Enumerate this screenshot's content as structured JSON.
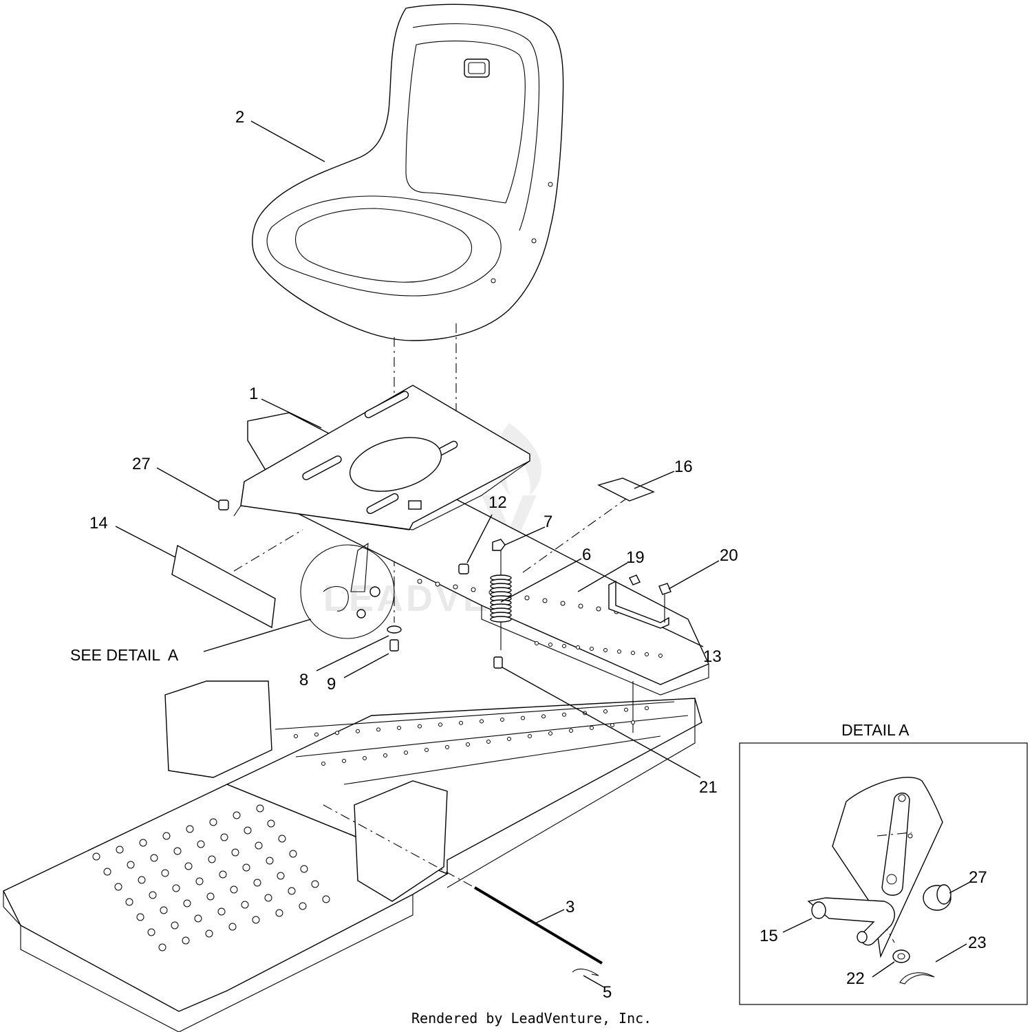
{
  "diagram": {
    "callouts": [
      {
        "id": "c-2",
        "label": "2"
      },
      {
        "id": "c-1",
        "label": "1"
      },
      {
        "id": "c-27",
        "label": "27"
      },
      {
        "id": "c-14",
        "label": "14"
      },
      {
        "id": "c-16",
        "label": "16"
      },
      {
        "id": "c-12",
        "label": "12"
      },
      {
        "id": "c-7",
        "label": "7"
      },
      {
        "id": "c-6",
        "label": "6"
      },
      {
        "id": "c-19",
        "label": "19"
      },
      {
        "id": "c-20",
        "label": "20"
      },
      {
        "id": "c-13",
        "label": "13"
      },
      {
        "id": "c-8",
        "label": "8"
      },
      {
        "id": "c-9",
        "label": "9"
      },
      {
        "id": "c-21",
        "label": "21"
      },
      {
        "id": "c-3",
        "label": "3"
      },
      {
        "id": "c-5",
        "label": "5"
      }
    ],
    "see_detail_label": "SEE DETAIL  A",
    "detail": {
      "title": "DETAIL A",
      "callouts": [
        {
          "id": "d-27",
          "label": "27"
        },
        {
          "id": "d-15",
          "label": "15"
        },
        {
          "id": "d-23",
          "label": "23"
        },
        {
          "id": "d-22",
          "label": "22"
        }
      ]
    },
    "footer": "Rendered by LeadVenture, Inc.",
    "watermark": "LEADVENTURE"
  }
}
